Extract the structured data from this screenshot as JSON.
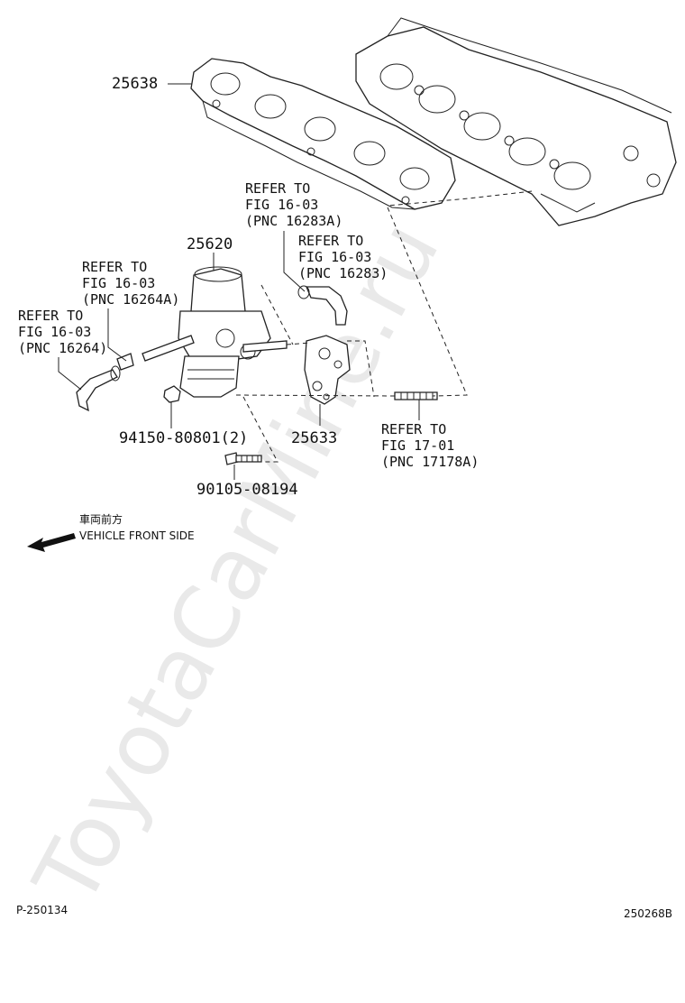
{
  "watermark": "ToyotaCarMine.ru",
  "parts": {
    "manifold": "25638",
    "egr_valve": "25620",
    "gasket": "25633",
    "nut": "94150-80801(2)",
    "bolt": "90105-08194"
  },
  "references": {
    "ref_16283A": [
      "REFER TO",
      "FIG 16-03",
      "(PNC 16283A)"
    ],
    "ref_16283": [
      "REFER TO",
      "FIG 16-03",
      "(PNC 16283)"
    ],
    "ref_16264A": [
      "REFER TO",
      "FIG 16-03",
      "(PNC 16264A)"
    ],
    "ref_16264": [
      "REFER TO",
      "FIG 16-03",
      "(PNC 16264)"
    ],
    "ref_17178A": [
      "REFER TO",
      "FIG 17-01",
      "(PNC 17178A)"
    ]
  },
  "direction": {
    "japanese": "車両前方",
    "english": "VEHICLE FRONT SIDE"
  },
  "footer": {
    "left_code": "P-250134",
    "right_code": "250268B"
  }
}
